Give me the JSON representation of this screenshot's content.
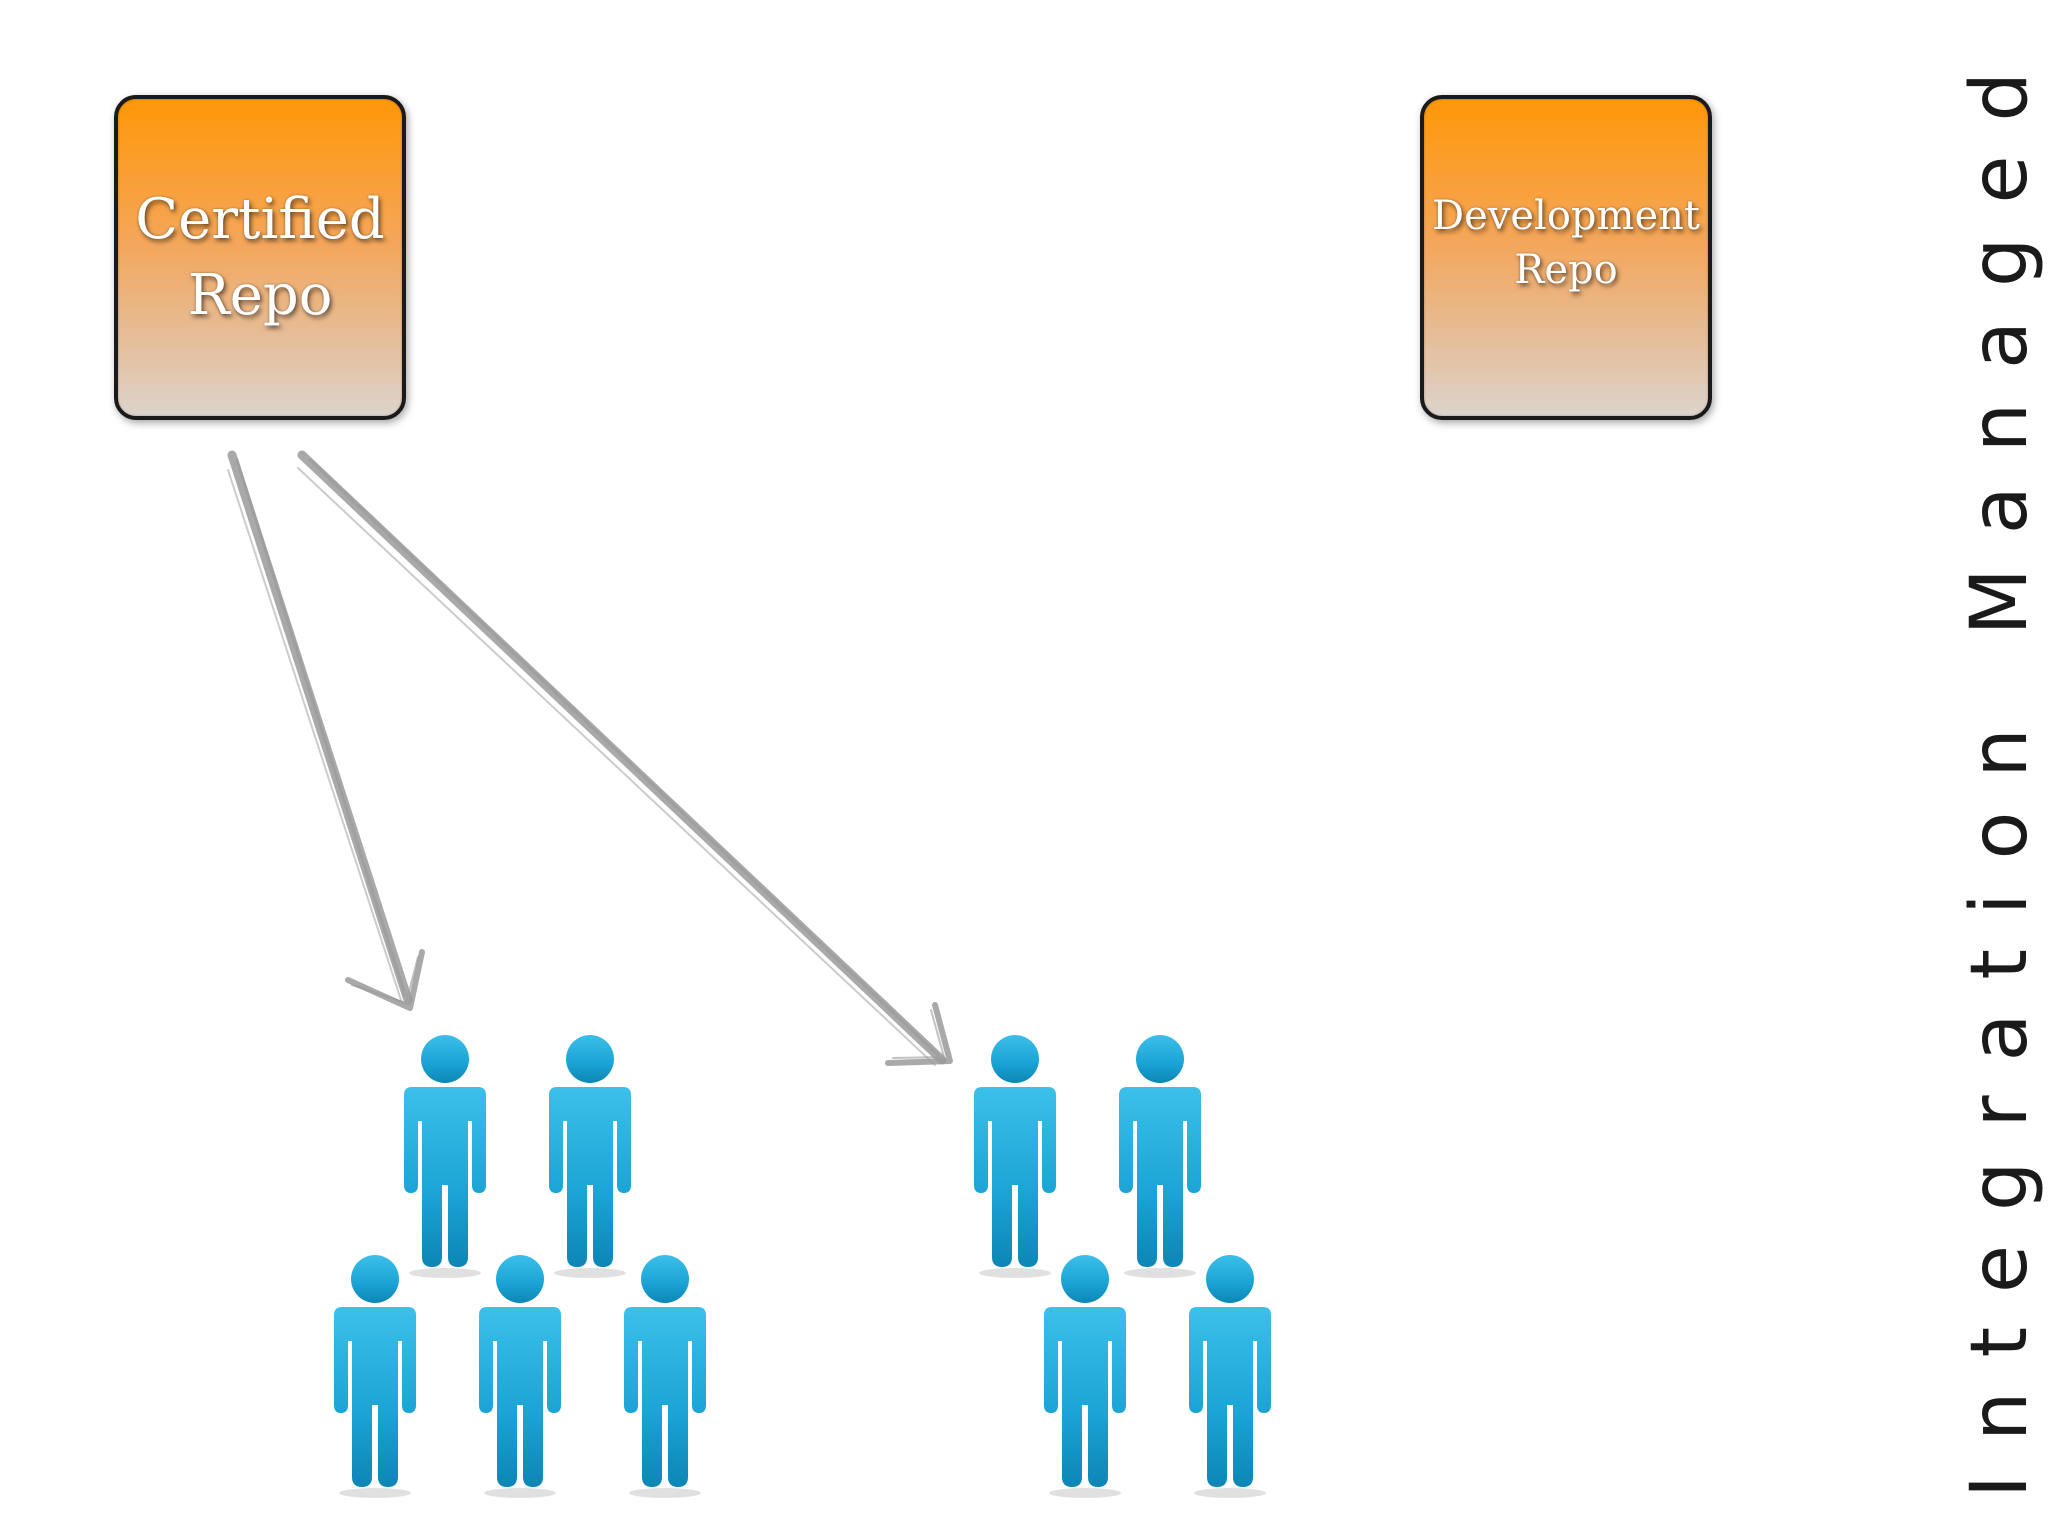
{
  "side_title": "Integration Managed",
  "certified_repo": {
    "lines": [
      "Certified",
      "Repo"
    ]
  },
  "development_repo": {
    "lines": [
      "Development",
      "Repo"
    ]
  },
  "colors": {
    "repo_top": "#ff9708",
    "repo_bottom": "#dcd4cc",
    "repo_border": "#1a1a1a",
    "arrow": "#9a9a9a",
    "person": "#1aa3d4"
  },
  "icons": {
    "person": "person-icon",
    "arrow": "sketch-arrow"
  }
}
